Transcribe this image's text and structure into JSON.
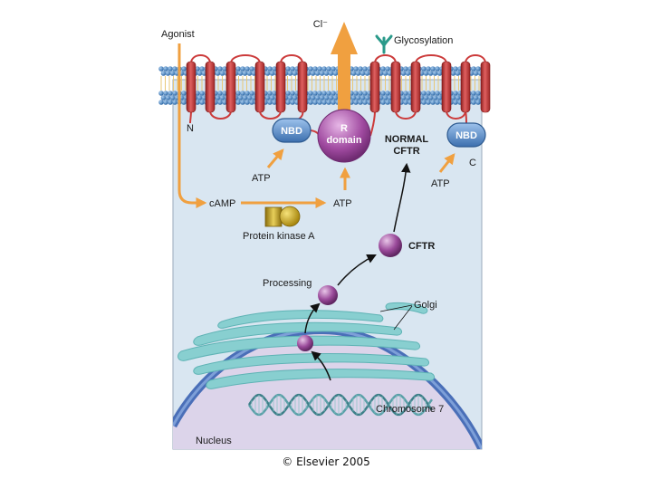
{
  "labels": {
    "chloride": "Cl⁻",
    "glycosylation": "Glycosylation",
    "agonist": "Agonist",
    "n_terminus": "N",
    "c_terminus": "C",
    "nbd_left": "NBD",
    "nbd_right": "NBD",
    "r_domain_line1": "R",
    "r_domain_line2": "domain",
    "normal_cftr_line1": "NORMAL",
    "normal_cftr_line2": "CFTR",
    "atp_left": "ATP",
    "atp_right": "ATP",
    "atp_pka": "ATP",
    "camp": "cAMP",
    "protein_kinase_a": "Protein kinase A",
    "cftr": "CFTR",
    "processing": "Processing",
    "golgi": "Golgi",
    "chromosome": "Chromosome 7",
    "nucleus": "Nucleus"
  },
  "copyright": "© Elsevier 2005",
  "colors": {
    "cell_background": "#d9e6f1",
    "membrane_head": "#3f7fbf",
    "helix": "#cc3b3b",
    "nbd": "#5b8fcf",
    "r_domain": "#a04aa0",
    "arrow_orange": "#f0a040",
    "golgi": "#88cfd0",
    "nucleus": "#dcd4ea",
    "nuclear_envelope": "#4a6fb8",
    "vesicle": "#9a4a9a",
    "glyco": "#2a9a8a"
  }
}
